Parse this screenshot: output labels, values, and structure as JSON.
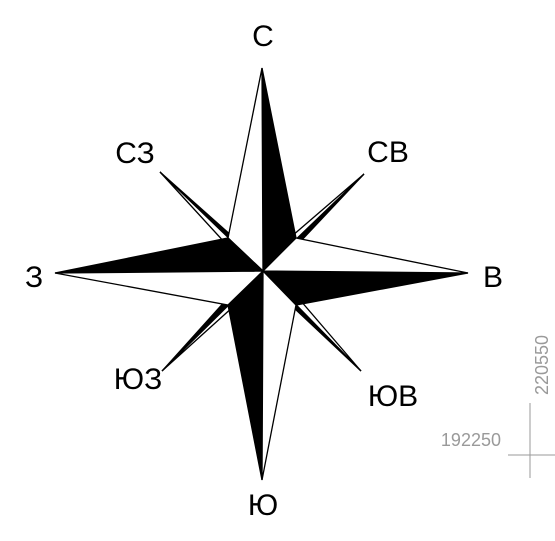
{
  "directions": {
    "north": "С",
    "northeast": "СВ",
    "east": "В",
    "southeast": "ЮВ",
    "south": "Ю",
    "southwest": "ЮЗ",
    "west": "З",
    "northwest": "СЗ"
  },
  "coordinates": {
    "x": "192250",
    "y": "220550"
  },
  "colors": {
    "ink": "#000000",
    "paper": "#ffffff",
    "coordinate_marker": "#9a9a9a"
  }
}
